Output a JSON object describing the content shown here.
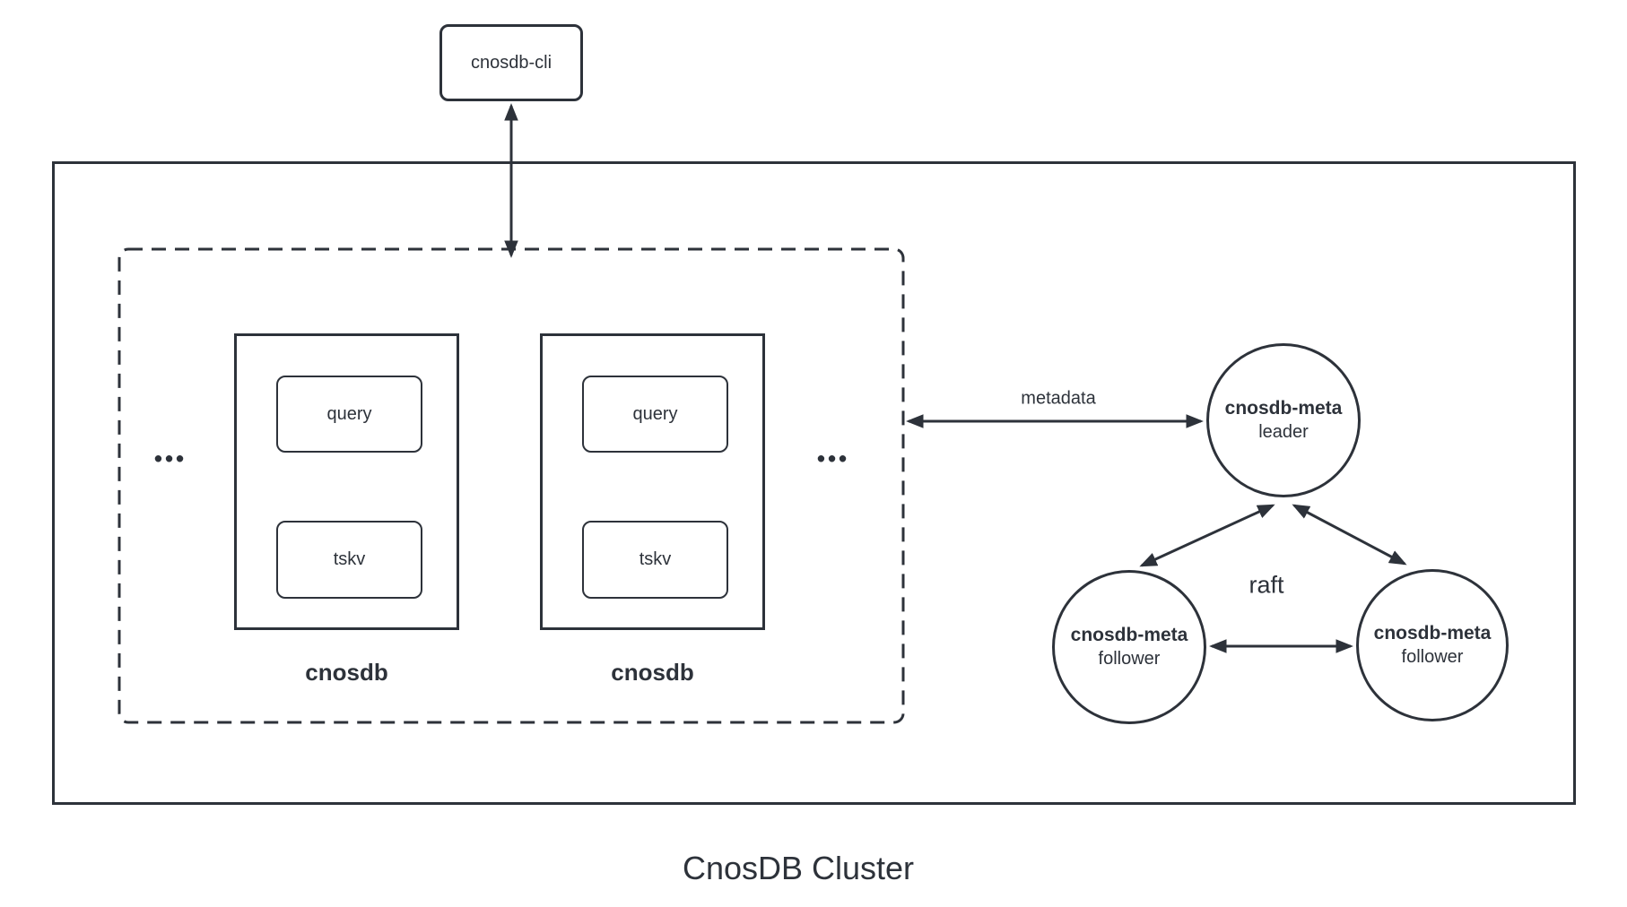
{
  "title": "CnosDB Cluster",
  "cli_node": {
    "label": "cnosdb-cli"
  },
  "cluster": {
    "ellipsis_left": "•••",
    "ellipsis_right": "•••",
    "nodes": [
      {
        "label": "cnosdb",
        "query": "query",
        "tskv": "tskv"
      },
      {
        "label": "cnosdb",
        "query": "query",
        "tskv": "tskv"
      }
    ]
  },
  "meta_group": {
    "metadata_arrow_label": "metadata",
    "raft_label": "raft",
    "leader": {
      "name": "cnosdb-meta",
      "role": "leader"
    },
    "followers": [
      {
        "name": "cnosdb-meta",
        "role": "follower"
      },
      {
        "name": "cnosdb-meta",
        "role": "follower"
      }
    ]
  },
  "colors": {
    "stroke": "#2d323a",
    "text": "#2d323a",
    "background": "#ffffff"
  }
}
